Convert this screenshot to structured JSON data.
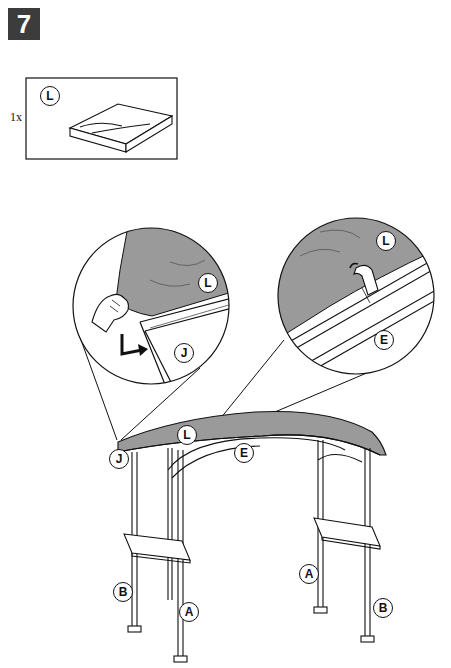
{
  "diagram": {
    "nodes": [
      {
        "text": [
          "7"
        ]
      },
      {
        "text": [
          "1x"
        ]
      },
      {
        "text": [
          "L"
        ],
        "in": 1
      },
      {
        "text": [
          "L"
        ]
      },
      {
        "text": [
          "J"
        ]
      },
      {
        "text": [
          "L"
        ]
      },
      {
        "text": [
          "E"
        ]
      },
      {
        "text": [
          "L"
        ]
      },
      {
        "text": [
          "J"
        ]
      },
      {
        "text": [
          "E"
        ]
      },
      {
        "text": [
          "B"
        ]
      },
      {
        "text": [
          "A"
        ]
      },
      {
        "text": [
          "A"
        ]
      },
      {
        "text": [
          "B"
        ]
      }
    ],
    "edges": []
  }
}
